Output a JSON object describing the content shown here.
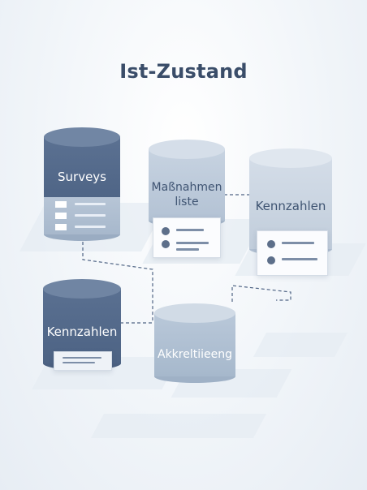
{
  "title": "Ist-Zustand",
  "nodes": {
    "surveys": {
      "label": "Surveys"
    },
    "massnahmen": {
      "label_line1": "Maßnahmen",
      "label_line2": "liste"
    },
    "kennzahlen_right": {
      "label": "Kennzahlen"
    },
    "kennzahlen_left": {
      "label": "Kennzahlen"
    },
    "akkreditierung": {
      "label": "Akkreltiieeng"
    }
  },
  "colors": {
    "dark_cylinder": "#5f7594",
    "light_cylinder": "#b9c8d9",
    "title_text": "#3a4d69",
    "connector": "#4f6484"
  }
}
